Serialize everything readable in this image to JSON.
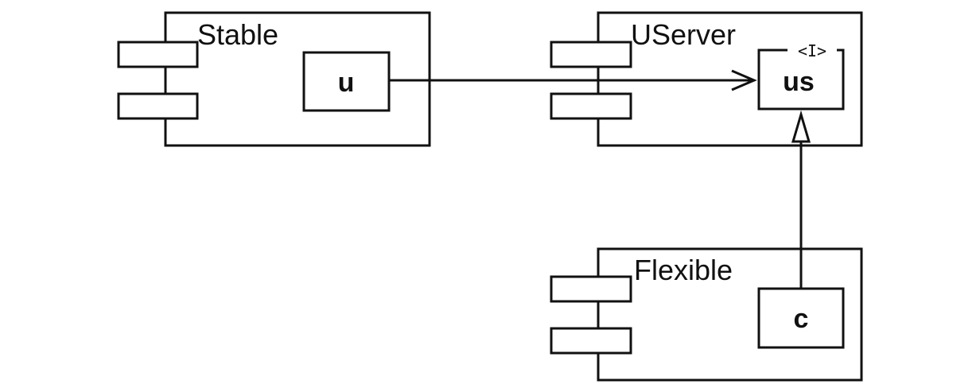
{
  "components": [
    {
      "id": "stable",
      "title": "Stable",
      "part": {
        "label": "u",
        "stereotype": ""
      }
    },
    {
      "id": "userver",
      "title": "UServer",
      "part": {
        "label": "us",
        "stereotype": "<I>"
      }
    },
    {
      "id": "flexible",
      "title": "Flexible",
      "part": {
        "label": "c",
        "stereotype": ""
      }
    }
  ],
  "connections": [
    {
      "from": "u",
      "to": "us",
      "kind": "dependency"
    },
    {
      "from": "c",
      "to": "us",
      "kind": "realization"
    }
  ],
  "colors": {
    "stroke": "#111111",
    "background": "#ffffff"
  }
}
